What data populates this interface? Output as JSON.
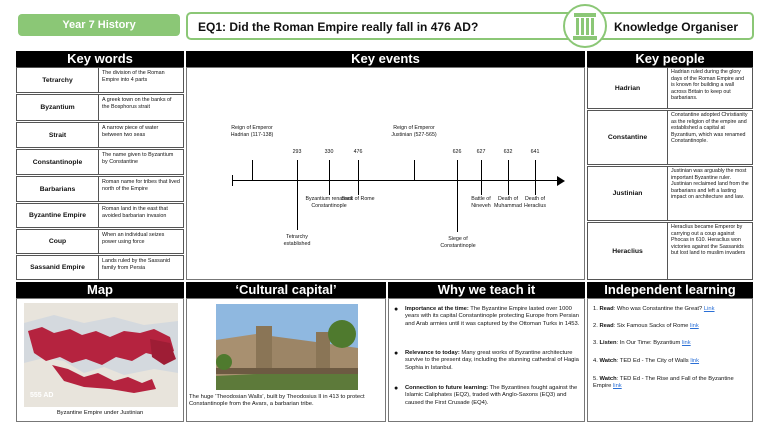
{
  "header": {
    "subject": "Year 7 History",
    "question": "EQ1: Did the Roman Empire really fall in 476 AD?",
    "right": "Knowledge Organiser"
  },
  "sections": {
    "key_words": "Key words",
    "key_events": "Key events",
    "key_people": "Key people",
    "map": "Map",
    "cultural": "‘Cultural capital’",
    "why": "Why we teach it",
    "independent": "Independent learning"
  },
  "key_words": [
    {
      "term": "Tetrarchy",
      "def": "The division of the Roman Empire into 4 parts"
    },
    {
      "term": "Byzantium",
      "def": "A greek town on the banks of the Bosphorus strait"
    },
    {
      "term": "Strait",
      "def": "A narrow piece of water between two seas"
    },
    {
      "term": "Constantinople",
      "def": "The name given to Byzantium by Constantine"
    },
    {
      "term": "Barbarians",
      "def": "Roman name for tribes that lived north of the Empire"
    },
    {
      "term": "Byzantine Empire",
      "def": "Roman land in the east that avoided barbarian invasion"
    },
    {
      "term": "Coup",
      "def": "When an individual seizes power using force"
    },
    {
      "term": "Sassanid Empire",
      "def": "Lands ruled by the Sassanid family from Persia"
    }
  ],
  "timeline": {
    "above": [
      {
        "text": "Reign of Emperor Hadrian (117-138)"
      },
      {
        "text": "293"
      },
      {
        "text": "330"
      },
      {
        "text": "476"
      },
      {
        "text": "Reign of Emperor Justinian (527-565)"
      },
      {
        "text": "626"
      },
      {
        "text": "627"
      },
      {
        "text": "632"
      },
      {
        "text": "641"
      }
    ],
    "below": [
      {
        "text": "Byzantium renamed Constantinople"
      },
      {
        "text": "Sack of Rome"
      },
      {
        "text": "Battle of Nineveh"
      },
      {
        "text": "Death of Muhammad"
      },
      {
        "text": "Death of Heraclius"
      }
    ],
    "far_below": [
      {
        "text": "Tetrarchy established"
      },
      {
        "text": "Siege of Constantinople"
      }
    ]
  },
  "key_people": [
    {
      "name": "Hadrian",
      "def": "Hadrian ruled during the glory days of the Roman Empire and is known for building a wall across Britain to keep out barbarians."
    },
    {
      "name": "Constantine",
      "def": "Constantine adopted Christianity as the religion of the empire and established a capital at Byzantium, which was renamed Constantinople."
    },
    {
      "name": "Justinian",
      "def": "Justinian was arguably the most important Byzantine ruler. Justinian reclaimed land from the barbarians and left a lasting impact on architecture and law."
    },
    {
      "name": "Heraclius",
      "def": "Heraclius became Emperor by carrying out a coup against Phocas in 610. Heraclius won victories against the Sassanids but lost land to muslim invaders"
    }
  ],
  "map": {
    "label": "555 AD",
    "caption": "Byzantine Empire under Justinian"
  },
  "cultural": {
    "caption": "The huge ‘Theodosian Walls’, built by Theodosius II in 413 to protect Constantinople from the Avars, a barbarian tribe."
  },
  "why": [
    {
      "title": "Importance at the time:",
      "text": " The Byzantine Empire lasted over 1000 years with its capital Constantinople protecting Europe from Persian and Arab armies until it was captured by the Ottoman Turks in 1453."
    },
    {
      "title": "Relevance to today:",
      "text": " Many great works of Byzantine architecture survive to the present day, including the stunning cathedral of Hagia Sophia in Istanbul."
    },
    {
      "title": "Connection to future learning:",
      "text": " The Byzantines fought against the Islamic Caliphates (EQ2), traded with Anglo-Saxons (EQ3) and caused the First Crusade (EQ4)."
    }
  ],
  "independent": [
    {
      "num": "1.",
      "verb": "Read",
      "text": ": Who was Constantine the Great?",
      "link": "Link"
    },
    {
      "num": "2.",
      "verb": "Read",
      "text": ": Six Famous Sacks of Rome",
      "link": "link"
    },
    {
      "num": "3.",
      "verb": "Listen",
      "text": ": In Our Time: Byzantium",
      "link": "link"
    },
    {
      "num": "4.",
      "verb": "Watch",
      "text": ": TED Ed - The City of Walls",
      "link": "link"
    },
    {
      "num": "5.",
      "verb": "Watch",
      "text": ": TED Ed - The Rise and Fall of the Byzantine Empire",
      "link": "link"
    }
  ],
  "colors": {
    "accent": "#8bc776",
    "bar": "#000000",
    "map_red": "#b5233f",
    "link": "#2a6fd6"
  }
}
